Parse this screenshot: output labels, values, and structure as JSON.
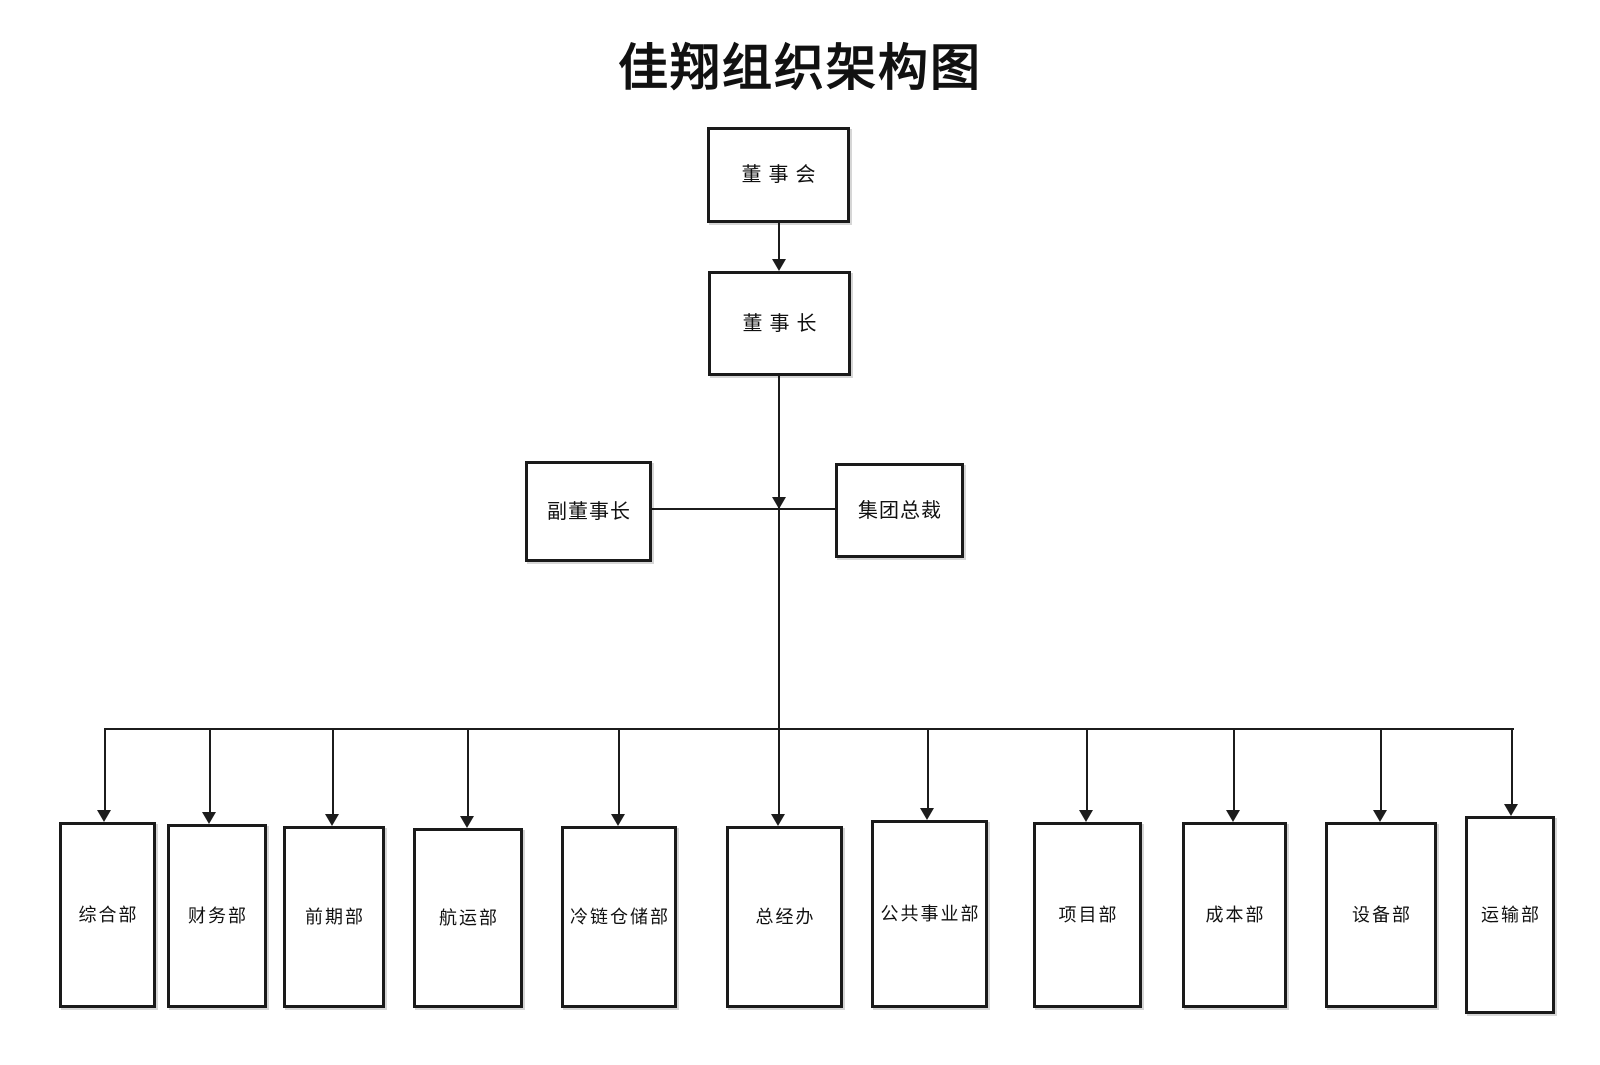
{
  "title": "佳翔组织架构图",
  "nodes": {
    "board": {
      "label": "董事会"
    },
    "chairman": {
      "label": "董事长"
    },
    "vice_chairman": {
      "label": "副董事长"
    },
    "group_president": {
      "label": "集团总裁"
    }
  },
  "departments": [
    {
      "label": "综合部"
    },
    {
      "label": "财务部"
    },
    {
      "label": "前期部"
    },
    {
      "label": "航运部"
    },
    {
      "label": "冷链仓储部"
    },
    {
      "label": "总经办"
    },
    {
      "label": "公共事业部"
    },
    {
      "label": "项目部"
    },
    {
      "label": "成本部"
    },
    {
      "label": "设备部"
    },
    {
      "label": "运输部"
    }
  ],
  "colors": {
    "line": "#1c1c1c",
    "text": "#111111",
    "background": "#ffffff"
  }
}
